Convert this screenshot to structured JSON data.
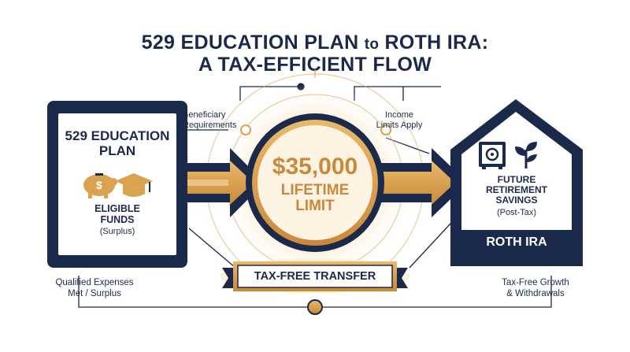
{
  "title": {
    "line1_a": "529 EDUCATION PLAN",
    "line1_to": "to",
    "line1_b": "ROTH IRA:",
    "line2": "A TAX-EFFICIENT FLOW"
  },
  "plan529": {
    "title_line1": "529 EDUCATION",
    "title_line2": "PLAN",
    "funds_line1": "ELIGIBLE",
    "funds_line2": "FUNDS",
    "funds_note": "(Surplus)",
    "caption_line1": "Qualified Expenses",
    "caption_line2": "Met / Surplus",
    "icons": [
      "piggy-bank-dollar-icon",
      "graduation-cap-icon"
    ]
  },
  "center": {
    "amount": "$35,000",
    "line2": "LIFETIME",
    "line3": "LIMIT",
    "left_label_line1": "Beneficiary",
    "left_label_line2": "Requirements",
    "right_label_line1": "Income",
    "right_label_line2": "Limits Apply",
    "banner": "TAX-FREE TRANSFER"
  },
  "roth": {
    "line1": "FUTURE",
    "line2": "RETIREMENT",
    "line3": "SAVINGS",
    "note": "(Post-Tax)",
    "plate": "ROTH IRA",
    "caption_line1": "Tax-Free Growth",
    "caption_line2": "& Withdrawals",
    "icons": [
      "safe-icon",
      "plant-sprout-icon"
    ]
  },
  "colors": {
    "navy": "#1b2a4a",
    "gold": "#d9a24e",
    "cream": "#fbeed6"
  }
}
